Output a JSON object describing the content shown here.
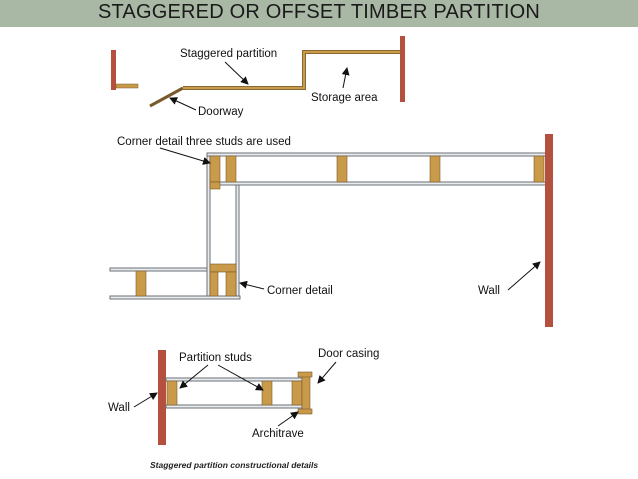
{
  "title": "STAGGERED OR OFFSET TIMBER PARTITION",
  "labels": {
    "staggered_partition": "Staggered partition",
    "storage_area": "Storage area",
    "doorway": "Doorway",
    "corner_three_studs": "Corner detail three studs are used",
    "corner_detail": "Corner detail",
    "wall_right": "Wall",
    "partition_studs": "Partition studs",
    "door_casing": "Door casing",
    "wall_left": "Wall",
    "architrave": "Architrave"
  },
  "caption": "Staggered partition constructional details",
  "colors": {
    "title_bar": "#a9b7a5",
    "wall": "#b5503e",
    "stud": "#c89a4a",
    "plate": "#8a8f95"
  }
}
